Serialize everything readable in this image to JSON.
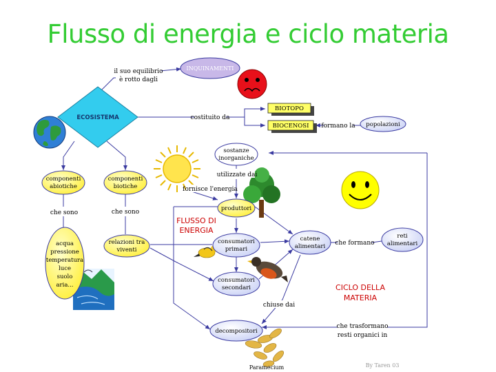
{
  "title": "Flusso di energia e ciclo materia",
  "colors": {
    "title": "#33cc33",
    "node_fill": "#dfe4fb",
    "node_stroke": "#3a3aa0",
    "yellow_node": "#ffff66",
    "accent_red": "#cc0000",
    "diamond": "#33ccee",
    "banner": "#c8b8e8"
  },
  "nodes": {
    "inquinamenti": "INQUINAMENTI",
    "ecosistema": "ECOSISTEMA",
    "biotopo": "BIOTOPO",
    "biocenosi": "BIOCENOSI",
    "popolazioni": "popolazioni",
    "sostanze": [
      "sostanze",
      "inorganiche"
    ],
    "comp_abiotiche": [
      "componenti",
      "abiotiche"
    ],
    "comp_biotiche": [
      "componenti",
      "biotiche"
    ],
    "produttori": "produttori",
    "cons_primari": [
      "consumatori",
      "primari"
    ],
    "cons_secondari": [
      "consumatori",
      "secondari"
    ],
    "catene": [
      "catene",
      "alimentari"
    ],
    "reti": [
      "reti",
      "alimentari"
    ],
    "relazioni": [
      "relazioni tra",
      "viventi"
    ],
    "acqua_list": [
      "acqua",
      "pressione",
      "temperatura",
      "luce",
      "suolo",
      "aria..."
    ],
    "decompositori": "decompositori"
  },
  "labels": {
    "equilibrio": [
      "il suo equilibrio",
      "è rotto dagli"
    ],
    "costituito": "costituito da",
    "formano_la": "formano la",
    "utilizzate": "utilizzate dai",
    "fornisce": "fornisce l'energia",
    "che_sono_1": "che sono",
    "che_sono_2": "che sono",
    "che_formano": "che formano",
    "chiuse_dai": "chiuse dai",
    "trasformano": [
      "che trasformano",
      "resti organici in"
    ],
    "flusso": [
      "FLUSSO DI",
      "ENERGIA"
    ],
    "ciclo": [
      "CICLO DELLA",
      "MATERIA"
    ],
    "paramecium": "Paramecium",
    "credit": "By Taren 03"
  },
  "icons": [
    "sun-icon",
    "earth-globe-icon",
    "sad-face-icon",
    "smiley-face-icon",
    "tree-icon",
    "finch-bird-icon",
    "robin-bird-icon",
    "river-landscape-icon",
    "paramecium-icon"
  ]
}
